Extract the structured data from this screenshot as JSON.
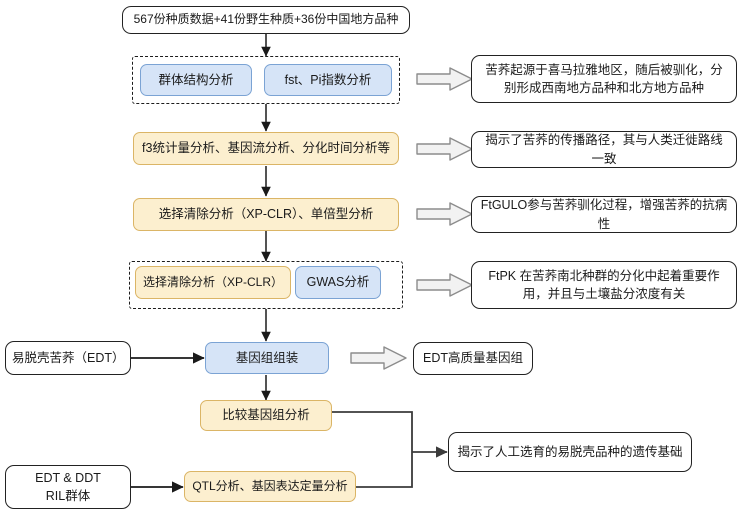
{
  "diagram": {
    "title": "Tartary buckwheat genomics research workflow flowchart",
    "colors": {
      "blue_fill": "#d6e4f7",
      "blue_border": "#7ba3d4",
      "yellow_fill": "#fcefcf",
      "yellow_border": "#dbb566",
      "plain_fill": "#ffffff",
      "plain_border": "#222222",
      "connector": "#1a1a1a",
      "block_arrow_fill": "#f2f2f2",
      "block_arrow_border": "#8c8c8c"
    }
  },
  "nodes": {
    "germplasm_input": "567份种质数据+41份野生种质+36份中国地方品种",
    "population_structure": "群体结构分析",
    "fst_pi": "fst、Pi指数分析",
    "f3_stats": "f3统计量分析、基因流分析、分化时间分析等",
    "selective_sweep_haplotype": "选择清除分析（XP-CLR）、单倍型分析",
    "selective_sweep_xpclr": "选择清除分析（XP-CLR）",
    "gwas": "GWAS分析",
    "edt_input": "易脱壳苦荞（EDT）",
    "genome_assembly": "基因组组装",
    "comparative_genomics": "比较基因组分析",
    "ril_population": "EDT & DDT\nRIL群体",
    "qtl_analysis": "QTL分析、基因表达定量分析"
  },
  "results": {
    "origin": "苦荞起源于喜马拉雅地区，随后被驯化，分别形成西南地方品种和北方地方品种",
    "spread_route": "揭示了苦荞的传播路径，其与人类迁徙路线一致",
    "ftgulo": "FtGULO参与苦荞驯化过程，增强苦荞的抗病性",
    "ftpk": "FtPK 在苦荞南北种群的分化中起着重要作用，并且与土壤盐分浓度有关",
    "edt_genome": "EDT高质量基因组",
    "artificial_breeding": "揭示了人工选育的易脱壳品种的遗传基础"
  },
  "icons": {
    "block_arrow": "block-arrow-right-icon",
    "flow_arrow": "arrow-down-icon"
  }
}
